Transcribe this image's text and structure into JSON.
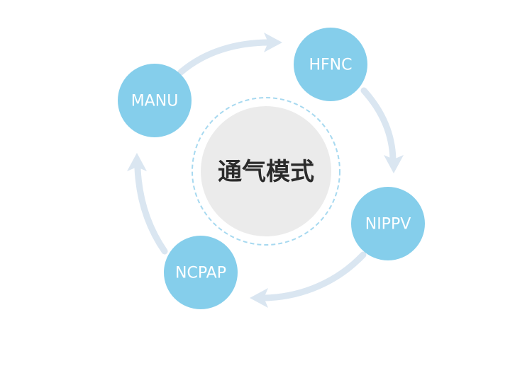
{
  "center": {
    "title": "通气模式"
  },
  "modes": [
    {
      "label": "HFNC"
    },
    {
      "label": "NIPPV"
    },
    {
      "label": "NCPAP"
    },
    {
      "label": "MANU"
    }
  ],
  "colors": {
    "node_fill": "#85ceeb",
    "node_text": "#ffffff",
    "arrow": "#dae6f1",
    "center_fill": "#ebebeb",
    "center_ring": "#a7d9f0",
    "center_text": "#2b2b2b"
  }
}
